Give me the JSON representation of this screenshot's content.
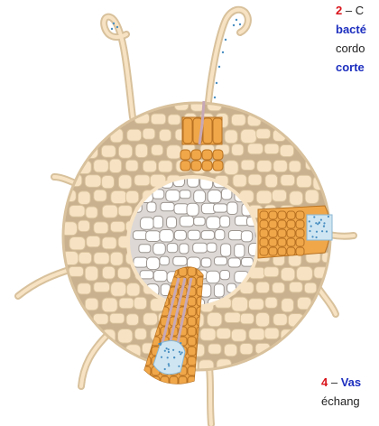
{
  "colors": {
    "outline": "#d8c19c",
    "cell_fill": "#f7e3c3",
    "cortex_bg": "#c9b08e",
    "stele_fill": "#ddd8d5",
    "stele_cell": "#ffffff",
    "stele_outline": "#9c9590",
    "nodule_cell": "#f0a74a",
    "nodule_outline": "#b87222",
    "infected": "#cfe6f2",
    "dots": "#4a8fc2",
    "thread": "#c7a8b6",
    "label_red": "#d9141b",
    "label_blue": "#1d2fbf"
  },
  "label_2": {
    "number": "2",
    "dash_text": " – C",
    "line2": "bacté",
    "line3": "cordo",
    "line4": "corte"
  },
  "label_4": {
    "number": "4",
    "dash": " – ",
    "word": "Vas",
    "line2": "échang"
  }
}
